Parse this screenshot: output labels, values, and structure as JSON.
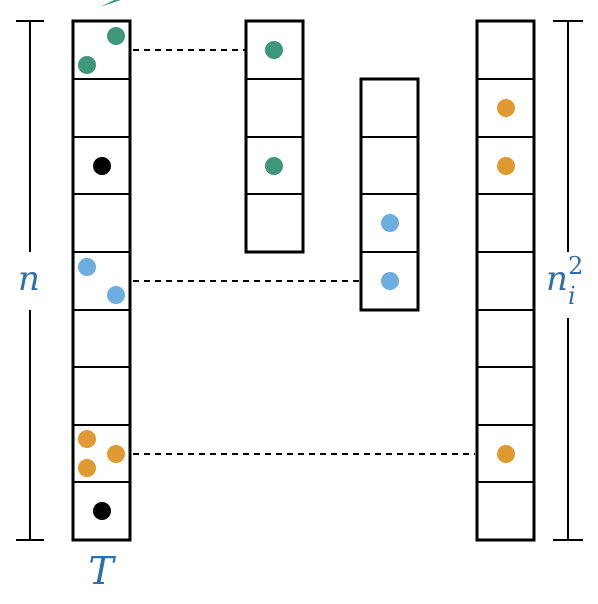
{
  "labels": {
    "table_main": "T",
    "size_main": "n",
    "size_secondary_base": "n",
    "size_secondary_sub": "i",
    "size_secondary_sup": "2"
  },
  "colors": {
    "green": "#3f977b",
    "blue": "#6caee0",
    "black": "#000000",
    "orange": "#e09a32",
    "label": "#2f6ea8"
  },
  "tables": {
    "main": {
      "slots": 9,
      "items": [
        {
          "slot": 0,
          "color": "green",
          "count": 2
        },
        {
          "slot": 2,
          "color": "black",
          "count": 1
        },
        {
          "slot": 4,
          "color": "blue",
          "count": 2
        },
        {
          "slot": 7,
          "color": "orange",
          "count": 3
        },
        {
          "slot": 8,
          "color": "black",
          "count": 1
        }
      ]
    },
    "secondary": [
      {
        "from_slot": 0,
        "slots": 4,
        "items": [
          {
            "slot": 0,
            "color": "green"
          },
          {
            "slot": 2,
            "color": "green"
          }
        ]
      },
      {
        "from_slot": 4,
        "slots": 4,
        "items": [
          {
            "slot": 2,
            "color": "blue"
          },
          {
            "slot": 3,
            "color": "blue"
          }
        ]
      },
      {
        "from_slot": 7,
        "slots": 9,
        "items": [
          {
            "slot": 1,
            "color": "orange"
          },
          {
            "slot": 2,
            "color": "orange"
          },
          {
            "slot": 7,
            "color": "orange"
          }
        ]
      }
    ]
  }
}
